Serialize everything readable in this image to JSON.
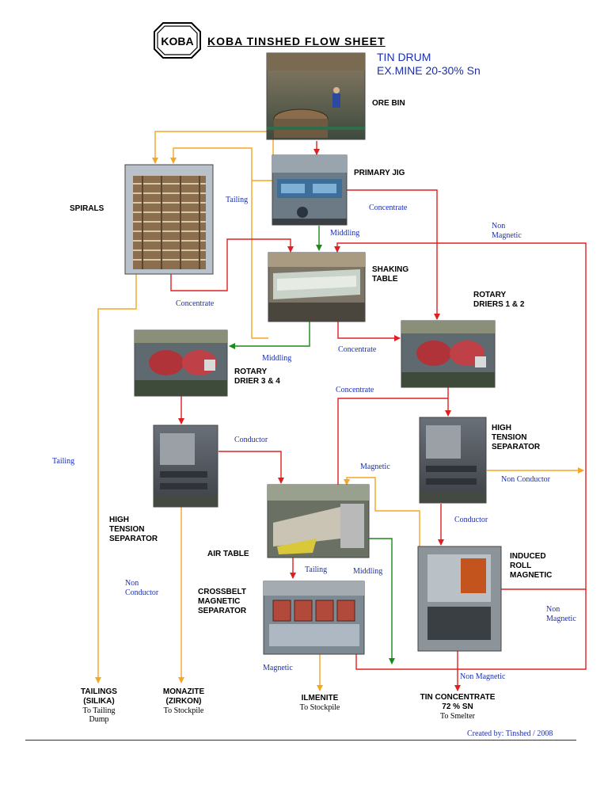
{
  "header": {
    "logo_text": "KOBA",
    "title": "KOBA TINSHED FLOW SHEET",
    "source_line1": "TIN DRUM",
    "source_line2": "EX.MINE 20-30% Sn"
  },
  "units": {
    "ore_bin": "ORE BIN",
    "primary_jig": "PRIMARY JIG",
    "spirals": "SPIRALS",
    "shaking_table_1": "SHAKING",
    "shaking_table_2": "TABLE",
    "rotary_driers_12_1": "ROTARY",
    "rotary_driers_12_2": "DRIERS 1 & 2",
    "rotary_drier_34_1": "ROTARY",
    "rotary_drier_34_2": "DRIER 3 & 4",
    "hts_right_1": "HIGH",
    "hts_right_2": "TENSION",
    "hts_right_3": "SEPARATOR",
    "hts_left_1": "HIGH",
    "hts_left_2": "TENSION",
    "hts_left_3": "SEPARATOR",
    "air_table": "AIR TABLE",
    "crossbelt_1": "CROSSBELT",
    "crossbelt_2": "MAGNETIC",
    "crossbelt_3": "SEPARATOR",
    "induced_1": "INDUCED",
    "induced_2": "ROLL",
    "induced_3": "MAGNETIC"
  },
  "flows": {
    "tailing_jig": "Tailing",
    "concentrate_jig": "Concentrate",
    "middling_jig": "Middling",
    "non_magnetic_top_1": "Non",
    "non_magnetic_top_2": "Magnetic",
    "concentrate_spirals": "Concentrate",
    "middling_table": "Middling",
    "concentrate_table": "Concentrate",
    "concentrate_to_hts": "Concentrate",
    "tailing_left": "Tailing",
    "conductor_left": "Conductor",
    "magnetic_mid": "Magnetic",
    "non_conductor_right": "Non Conductor",
    "conductor_right": "Conductor",
    "non_conductor_left_1": "Non",
    "non_conductor_left_2": "Conductor",
    "tailing_air": "Tailing",
    "middling_air": "Middling",
    "non_magnetic_right_1": "Non",
    "non_magnetic_right_2": "Magnetic",
    "magnetic_crossbelt": "Magnetic",
    "non_magnetic_bottom": "Non Magnetic"
  },
  "products": {
    "tailings_1": "TAILINGS",
    "tailings_2": "(SILIKA)",
    "tailings_dest_1": "To Tailing",
    "tailings_dest_2": "Dump",
    "monazite_1": "MONAZITE",
    "monazite_2": "(ZIRKON)",
    "monazite_dest": "To Stockpile",
    "ilmenite": "ILMENITE",
    "ilmenite_dest": "To Stockpile",
    "tin_1": "TIN CONCENTRATE",
    "tin_2": "72 % SN",
    "tin_dest": "To Smelter"
  },
  "footer": {
    "credit": "Created by: Tinshed / 2008"
  },
  "colors": {
    "concentrate_line": "#e02020",
    "tailing_line": "#f5a623",
    "middling_line": "#1a8a1a",
    "label_blue": "#1a2fb0"
  }
}
